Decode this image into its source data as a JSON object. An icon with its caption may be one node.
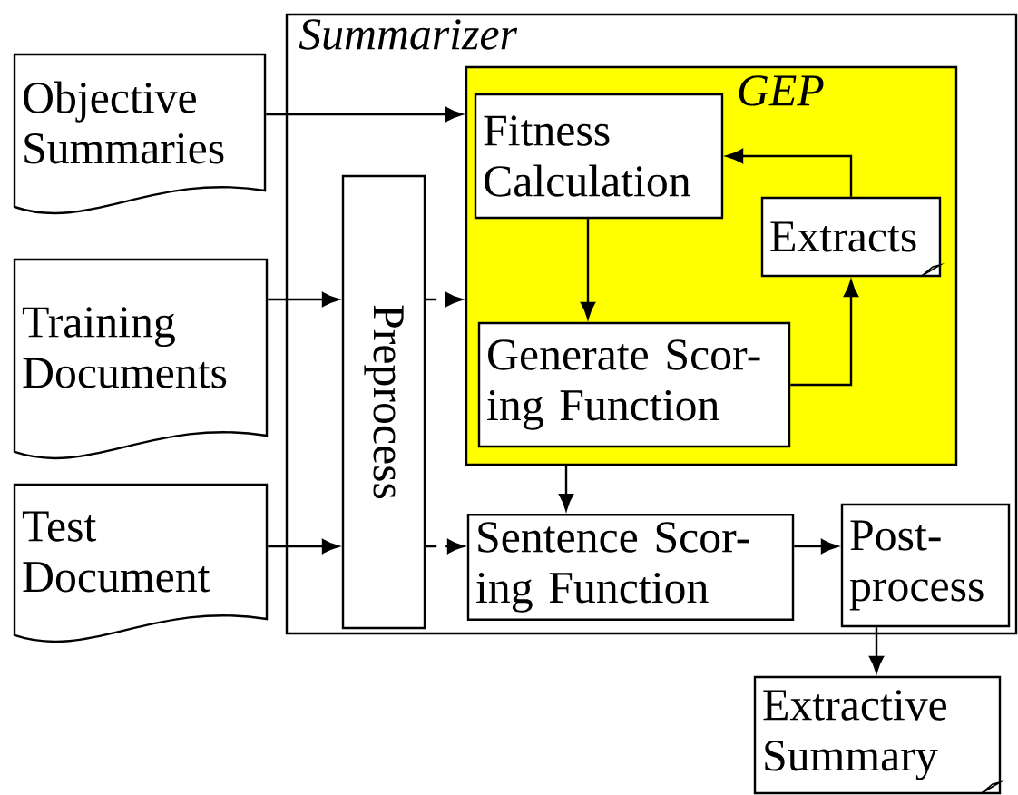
{
  "diagram": {
    "nodes": [
      {
        "text": [
          "Summarizer"
        ]
      },
      {
        "text": [
          "GEP"
        ],
        "in": 0
      },
      {
        "text": [
          "Objective Summaries"
        ]
      },
      {
        "text": [
          "Preprocess"
        ],
        "in": 0
      },
      {
        "text": [
          "Fitness Calculation"
        ],
        "in": 1
      },
      {
        "text": [
          "Extracts"
        ],
        "in": 1
      },
      {
        "text": [
          "Generate Scor- ing Function"
        ],
        "in": 1
      },
      {
        "text": [
          "Training Documents"
        ]
      },
      {
        "text": [
          "Test Document"
        ]
      },
      {
        "text": [
          "Sentence Scor- ing Function"
        ],
        "in": 0
      },
      {
        "text": [
          "Post- process"
        ],
        "in": 0
      },
      {
        "text": [
          "Extractive Summary"
        ]
      }
    ],
    "edges": [
      {
        "from": 2,
        "to": 1,
        "arrow": "to"
      },
      {
        "from": 7,
        "to": 3,
        "arrow": "to"
      },
      {
        "from": 3,
        "to": 1,
        "arrow": "to",
        "style": "dashed"
      },
      {
        "from": 8,
        "to": 3,
        "arrow": "to"
      },
      {
        "from": 3,
        "to": 9,
        "arrow": "to",
        "style": "dashed"
      },
      {
        "from": 4,
        "to": 6,
        "arrow": "to"
      },
      {
        "from": 6,
        "to": 5,
        "arrow": "to"
      },
      {
        "from": 5,
        "to": 4,
        "arrow": "to"
      },
      {
        "from": 1,
        "to": 9,
        "arrow": "to"
      },
      {
        "from": 9,
        "to": 10,
        "arrow": "to"
      },
      {
        "from": 10,
        "to": 11,
        "arrow": "to"
      }
    ]
  }
}
